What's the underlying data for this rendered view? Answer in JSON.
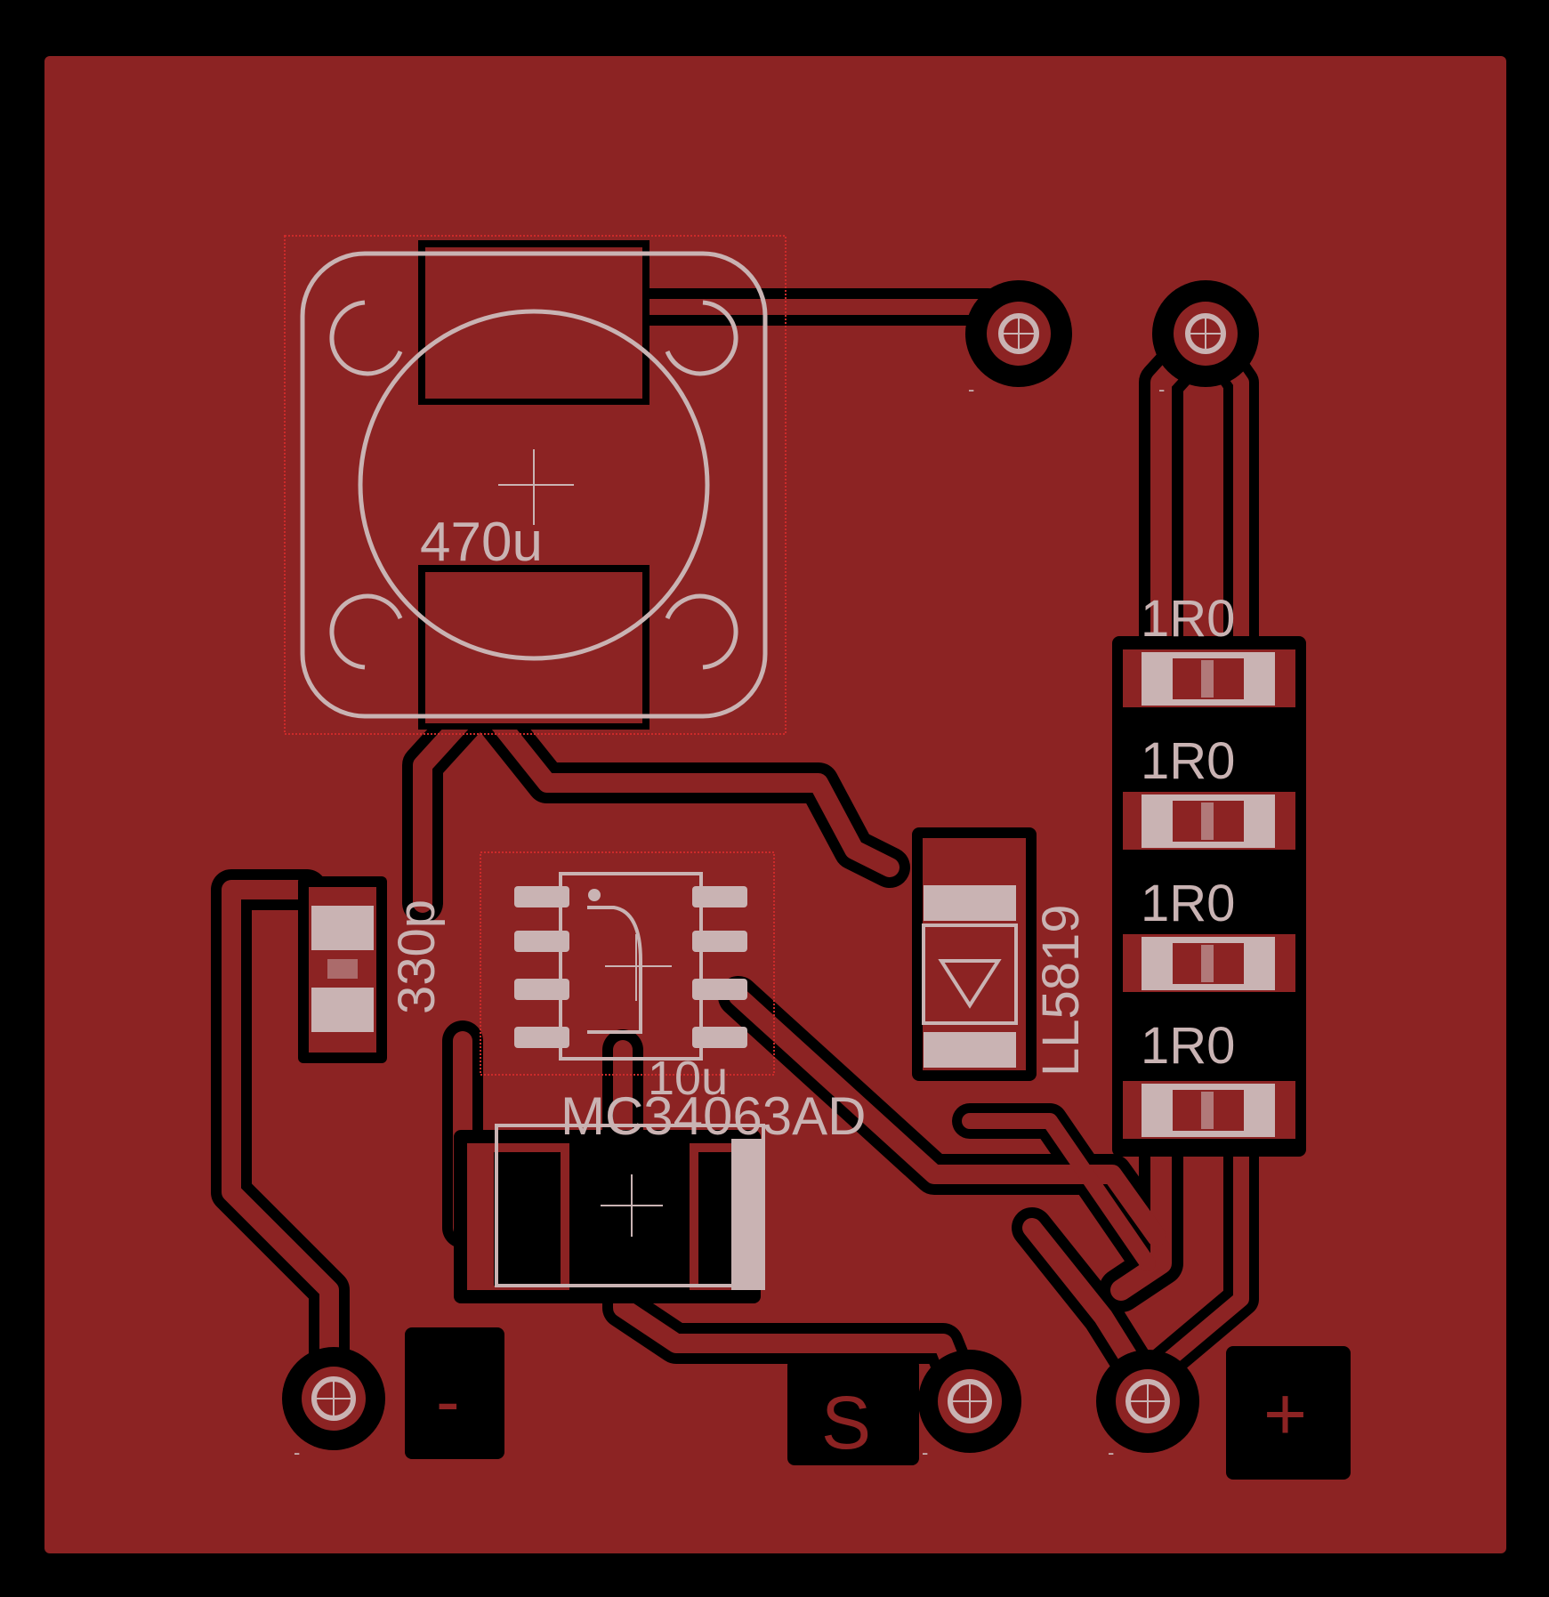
{
  "colors": {
    "background": "#000000",
    "copper": "#8c2323",
    "isolation": "#000000",
    "silkscreen": "#c9b3b3",
    "pad": "#c9b3b3",
    "outline": "#cc2a2a"
  },
  "components": {
    "inductor": {
      "value": "470u"
    },
    "resistors": [
      {
        "value": "1R0"
      },
      {
        "value": "1R0"
      },
      {
        "value": "1R0"
      },
      {
        "value": "1R0"
      }
    ],
    "timing_cap": {
      "value": "330p"
    },
    "diode": {
      "part": "LL5819"
    },
    "ic": {
      "part": "MC34063AD"
    },
    "output_cap": {
      "value": "10u"
    }
  },
  "connectors": {
    "minus": {
      "label": "-"
    },
    "signal": {
      "label": "S"
    },
    "plus": {
      "label": "+"
    },
    "pin_marks": [
      "-",
      "-",
      "-",
      "-",
      "-"
    ]
  }
}
